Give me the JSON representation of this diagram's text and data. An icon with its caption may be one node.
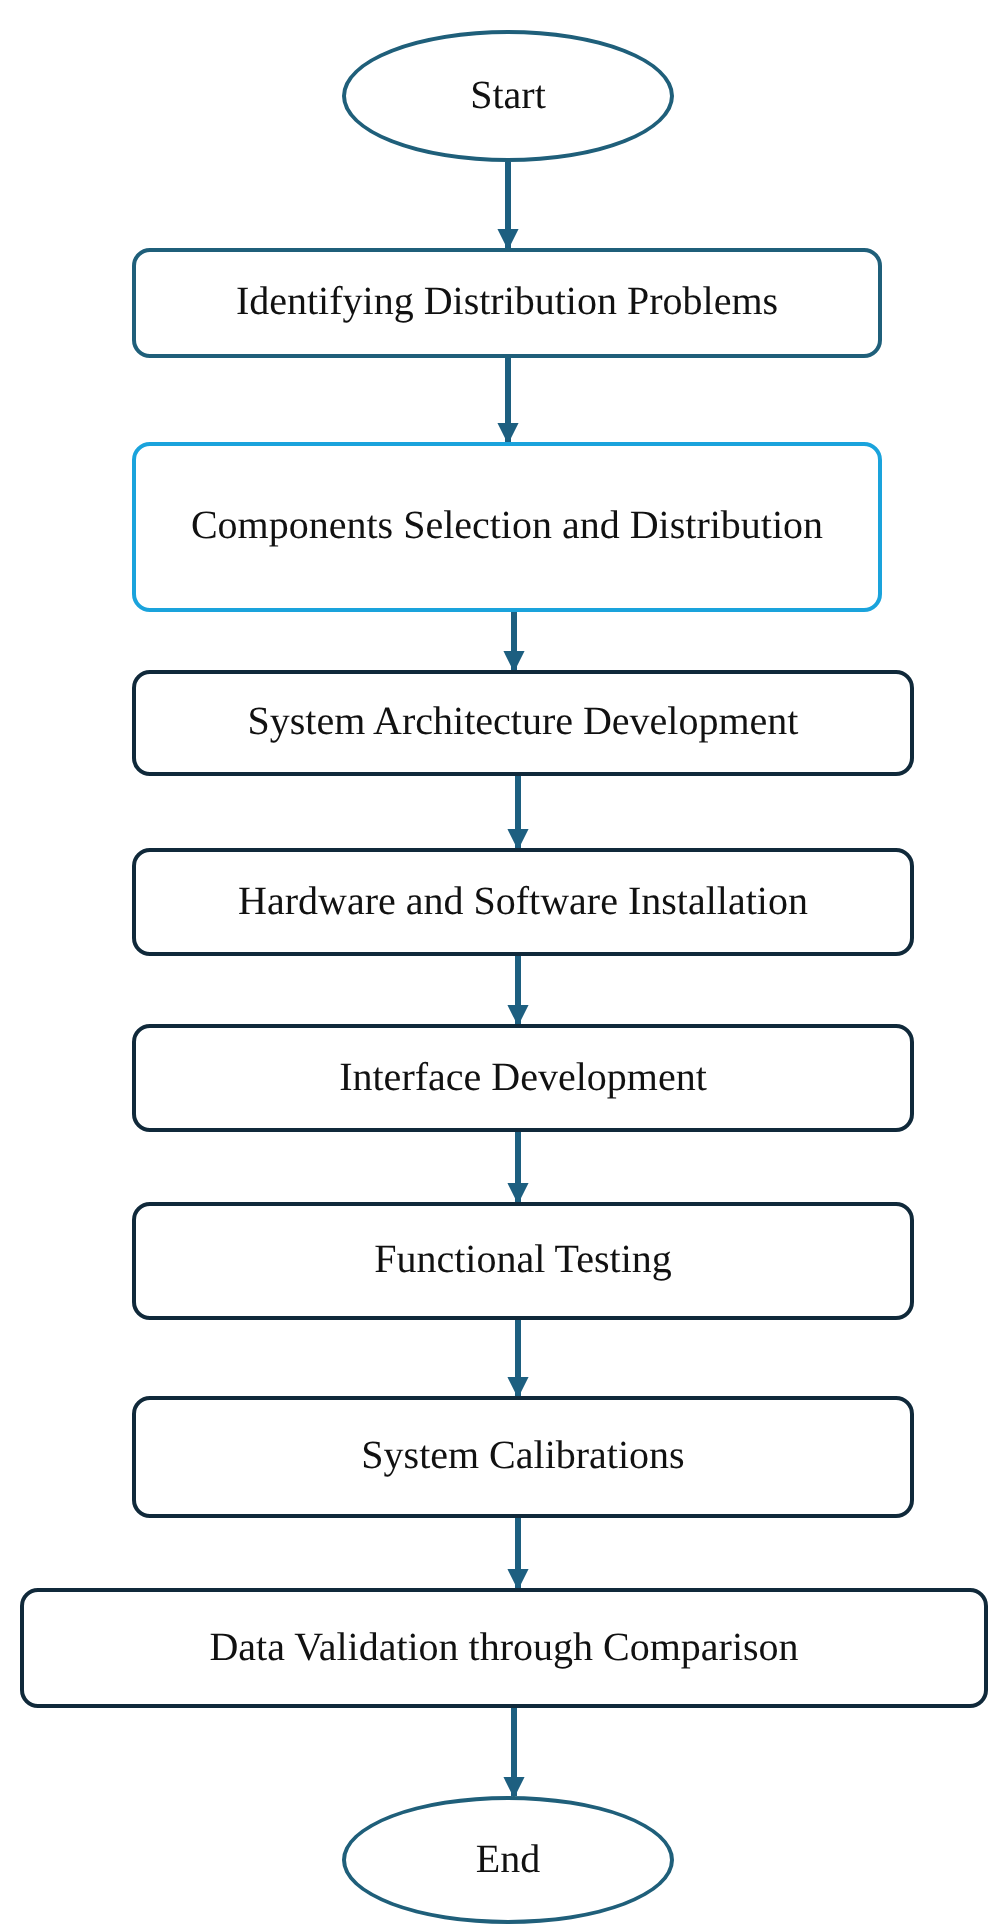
{
  "diagram": {
    "nodes": [
      {
        "text": [
          "Start"
        ]
      },
      {
        "text": [
          "Identifying Distribution Problems"
        ]
      },
      {
        "text": [
          "Components Selection and Distribution"
        ]
      },
      {
        "text": [
          "System Architecture Development"
        ]
      },
      {
        "text": [
          "Hardware and Software Installation"
        ]
      },
      {
        "text": [
          "Interface Development"
        ]
      },
      {
        "text": [
          "Functional Testing"
        ]
      },
      {
        "text": [
          "System Calibrations"
        ]
      },
      {
        "text": [
          "Data Validation through Comparison"
        ]
      },
      {
        "text": [
          "End"
        ]
      }
    ],
    "edges": [
      {
        "from": 0,
        "to": 1,
        "arrow": "to"
      },
      {
        "from": 1,
        "to": 2,
        "arrow": "to"
      },
      {
        "from": 2,
        "to": 3,
        "arrow": "to"
      },
      {
        "from": 3,
        "to": 4,
        "arrow": "to"
      },
      {
        "from": 4,
        "to": 5,
        "arrow": "to"
      },
      {
        "from": 5,
        "to": 6,
        "arrow": "to"
      },
      {
        "from": 6,
        "to": 7,
        "arrow": "to"
      },
      {
        "from": 7,
        "to": 8,
        "arrow": "to"
      },
      {
        "from": 8,
        "to": 9,
        "arrow": "to"
      }
    ]
  }
}
